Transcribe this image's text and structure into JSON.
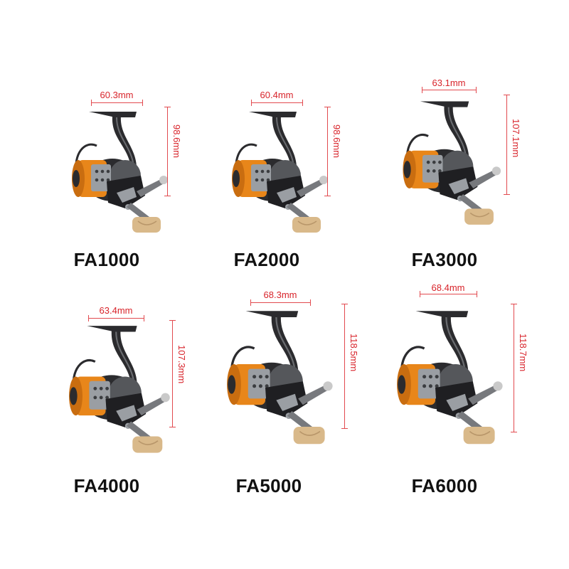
{
  "products": [
    {
      "model": "FA1000",
      "width": "60.3mm",
      "height": "98.6mm"
    },
    {
      "model": "FA2000",
      "width": "60.4mm",
      "height": "98.6mm"
    },
    {
      "model": "FA3000",
      "width": "63.1mm",
      "height": "107.1mm"
    },
    {
      "model": "FA4000",
      "width": "63.4mm",
      "height": "107.3mm"
    },
    {
      "model": "FA5000",
      "width": "68.3mm",
      "height": "118.5mm"
    },
    {
      "model": "FA6000",
      "width": "68.4mm",
      "height": "118.7mm"
    }
  ],
  "colors": {
    "spool": "#e8861a",
    "body": "#2b2b2e",
    "metal": "#9a9ea3",
    "handle_knob": "#d9b98a",
    "dimension": "#d8232a"
  }
}
